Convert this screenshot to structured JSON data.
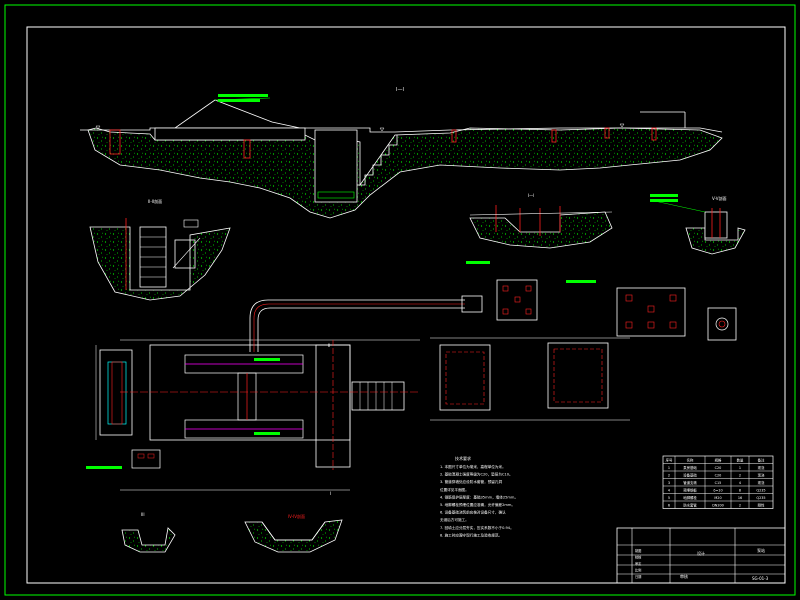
{
  "drawing": {
    "colors": {
      "background": "#000000",
      "frame": "#00ff00",
      "line_white": "#ffffff",
      "line_green": "#00ff00",
      "line_red": "#ff2020",
      "line_cyan": "#00ffff",
      "line_magenta": "#ff00ff",
      "line_yellow": "#ffff00",
      "hatch": "#00ff00"
    },
    "views": {
      "main_section_title": "I—I",
      "left_section_title": "II-II剖面",
      "mid_section_title": "I—I",
      "right_section_title": "V-V剖面",
      "bottom_left_title": "III",
      "bottom_mid_title": "IV-IV剖面",
      "plan_marker": "I",
      "plan_marker_b": "II"
    },
    "notes": {
      "title": "技术要求",
      "lines": [
        "1. 本图尺寸单位为毫米，高程单位为米。",
        "2. 基础混凝土强度等级为C20，垫层为C10。",
        "3. 管道穿墙处应设防水套管，预留孔洞",
        "   位置详见平面图。",
        "4. 钢筋保护层厚度：基础35mm，墙体25mm。",
        "5. 地脚螺栓预埋位置应准确，允许偏差2mm。",
        "6. 设备基础浇筑前应核对设备尺寸，确认",
        "   无误后方可施工。",
        "7. 回填土应分层夯实，压实系数不小于0.94。",
        "8. 施工时应遵守现行施工及验收规范。"
      ]
    },
    "table": {
      "header": [
        "序号",
        "名称",
        "规格",
        "数量",
        "备注"
      ],
      "rows": [
        [
          "1",
          "泵房基础",
          "C20",
          "1",
          "现浇"
        ],
        [
          "2",
          "设备基础",
          "C20",
          "2",
          "现浇"
        ],
        [
          "3",
          "管道支墩",
          "C15",
          "4",
          "现浇"
        ],
        [
          "4",
          "预埋钢板",
          "δ=10",
          "8",
          "Q235"
        ],
        [
          "5",
          "地脚螺栓",
          "M20",
          "16",
          "Q235"
        ],
        [
          "6",
          "防水套管",
          "DN200",
          "2",
          "刚性"
        ]
      ]
    },
    "title_block": {
      "design_label": "设计",
      "check_label": "审核",
      "project_label": "泵站",
      "drawing_no": "SG-01-3",
      "labels": [
        "制图",
        "校核",
        "审定",
        "比例",
        "日期"
      ]
    }
  }
}
